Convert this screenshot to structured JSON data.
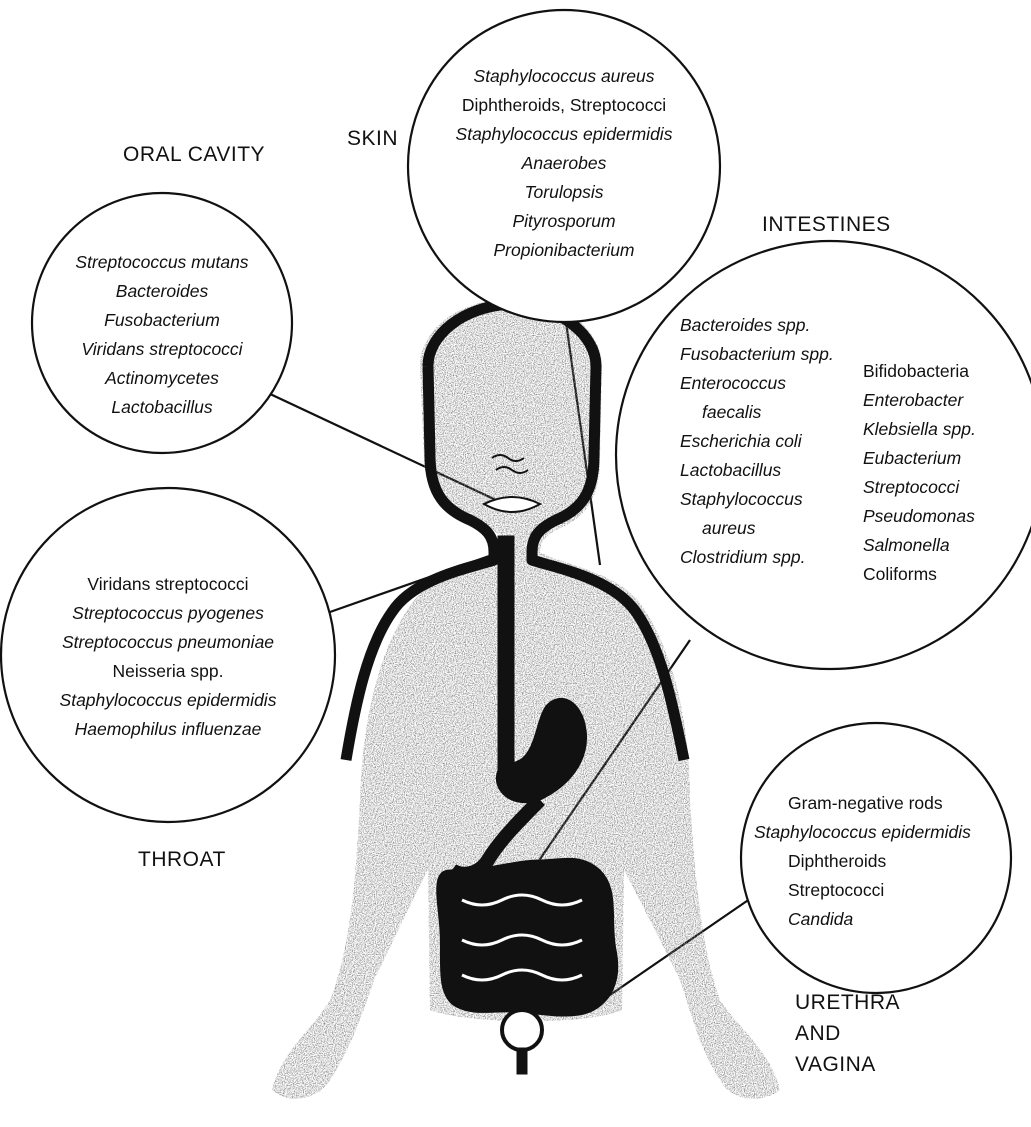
{
  "regions": {
    "skin": {
      "label": "SKIN",
      "organisms": [
        "Staphylococcus aureus",
        "Diphtheroids, Streptococci",
        "Staphylococcus epidermidis",
        "Anaerobes",
        "Torulopsis",
        "Pityrosporum",
        "Propionibacterium"
      ]
    },
    "oral_cavity": {
      "label": "ORAL CAVITY",
      "organisms": [
        "Streptococcus mutans",
        "Bacteroides",
        "Fusobacterium",
        "Viridans streptococci",
        "Actinomycetes",
        "Lactobacillus"
      ]
    },
    "intestines": {
      "label": "INTESTINES",
      "organisms_left": [
        "Bacteroides spp.",
        "Fusobacterium spp.",
        "Enterococcus",
        "faecalis",
        "Escherichia coli",
        "Lactobacillus",
        "Staphylococcus",
        "aureus",
        "Clostridium spp."
      ],
      "organisms_right": [
        "Bifidobacteria",
        "Enterobacter",
        "Klebsiella spp.",
        "Eubacterium",
        "Streptococci",
        "Pseudomonas",
        "Salmonella",
        "Coliforms"
      ]
    },
    "throat": {
      "label": "THROAT",
      "organisms": [
        "Viridans streptococci",
        "Streptococcus pyogenes",
        "Streptococcus pneumoniae",
        "Neisseria spp.",
        "Staphylococcus epidermidis",
        "Haemophilus influenzae"
      ]
    },
    "urethra_vagina": {
      "label_lines": [
        "URETHRA",
        "AND",
        "VAGINA"
      ],
      "organisms": [
        "Gram-negative rods",
        "Staphylococcus epidermidis",
        "Diphtheroids",
        "Streptococci",
        "Candida"
      ]
    }
  },
  "colors": {
    "ink": "#111111",
    "body_fill": "#8c8c8c",
    "paper": "#ffffff"
  }
}
